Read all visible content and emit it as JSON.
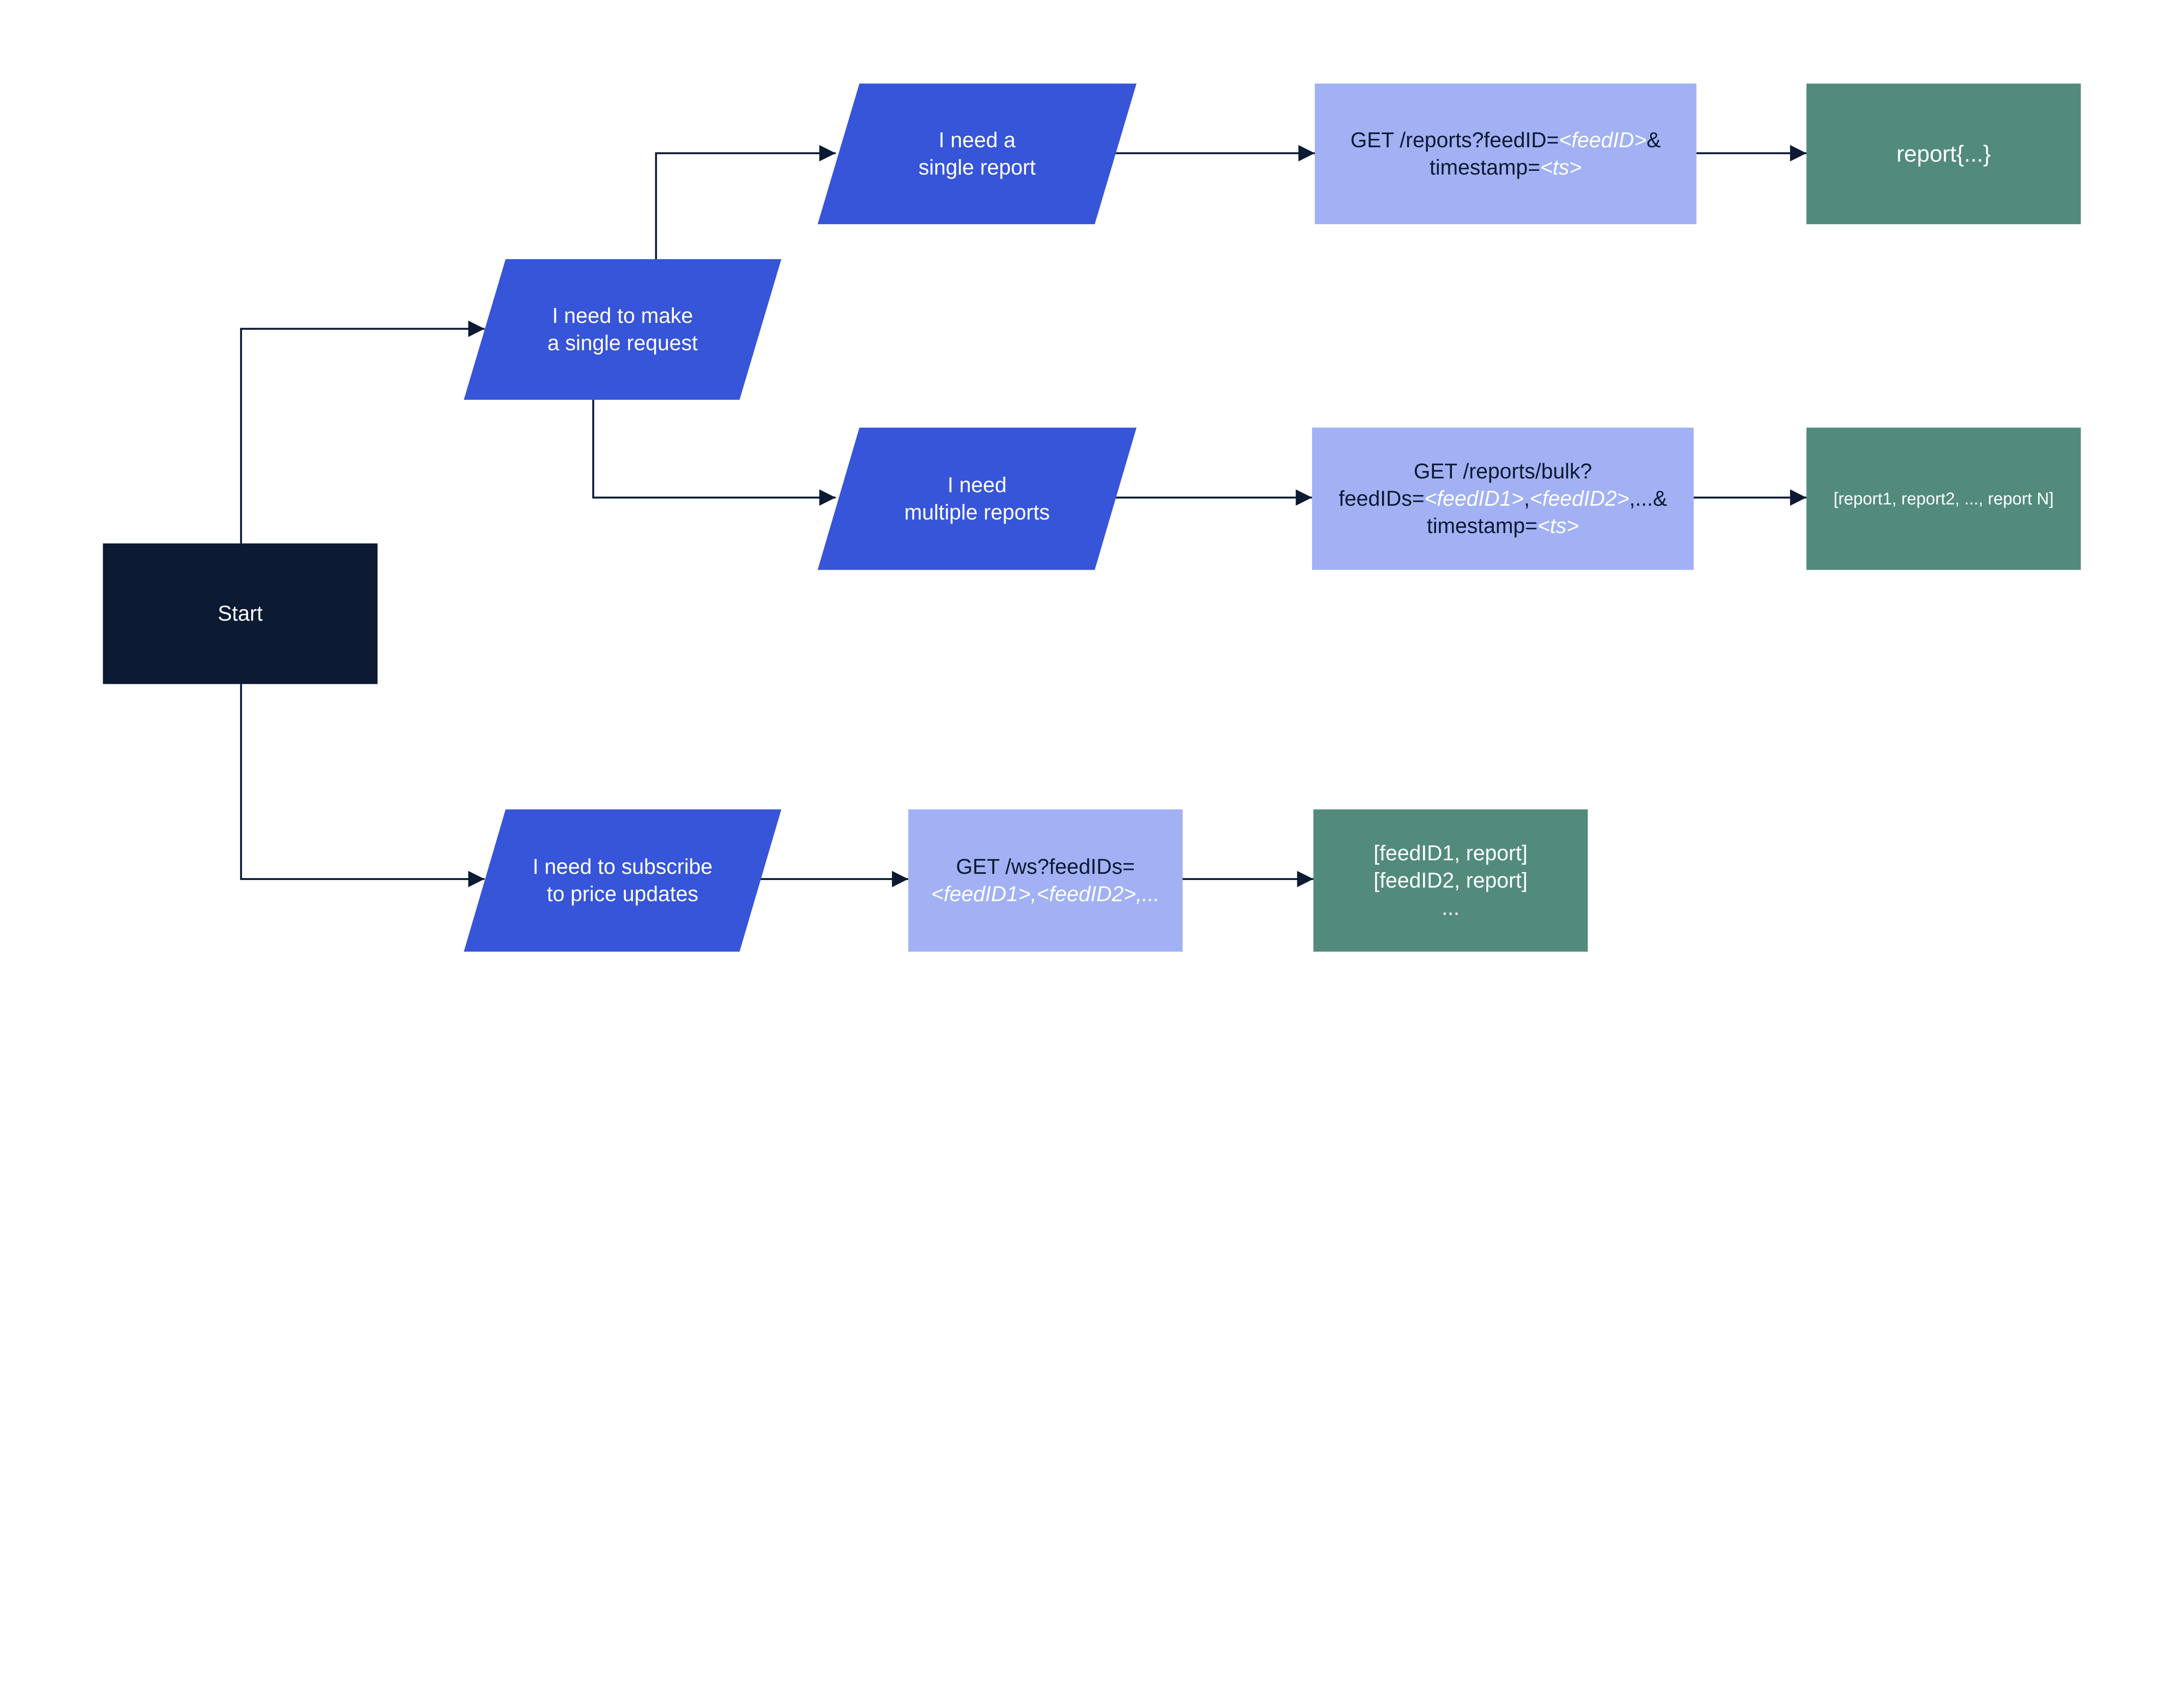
{
  "colors": {
    "start": "#0c1a33",
    "decision": "#3755d8",
    "request": "#a1b1f3",
    "result": "#528b7c",
    "edge": "#0c1a33",
    "dark_text": "#0c1a33",
    "light_text": "#ffffff"
  },
  "nodes": {
    "start": {
      "shape": "rect",
      "lines": [
        [
          {
            "text": "Start"
          }
        ]
      ]
    },
    "single_request": {
      "shape": "parallelogram",
      "lines": [
        [
          {
            "text": "I need to make"
          }
        ],
        [
          {
            "text": "a single request"
          }
        ]
      ]
    },
    "single_report": {
      "shape": "parallelogram",
      "lines": [
        [
          {
            "text": "I need a"
          }
        ],
        [
          {
            "text": "single report"
          }
        ]
      ]
    },
    "multiple_reports": {
      "shape": "parallelogram",
      "lines": [
        [
          {
            "text": "I need"
          }
        ],
        [
          {
            "text": "multiple reports"
          }
        ]
      ]
    },
    "subscribe": {
      "shape": "parallelogram",
      "lines": [
        [
          {
            "text": "I need to subscribe"
          }
        ],
        [
          {
            "text": "to price updates"
          }
        ]
      ]
    },
    "get_single": {
      "shape": "rect",
      "lines": [
        [
          {
            "text": "GET /reports?feedID="
          },
          {
            "text": "<feedID>",
            "italic": true
          },
          {
            "text": "&"
          }
        ],
        [
          {
            "text": "timestamp="
          },
          {
            "text": "<ts>",
            "italic": true
          }
        ]
      ]
    },
    "get_bulk": {
      "shape": "rect",
      "lines": [
        [
          {
            "text": "GET /reports/bulk?"
          }
        ],
        [
          {
            "text": "feedIDs="
          },
          {
            "text": "<feedID1>",
            "italic": true
          },
          {
            "text": ","
          },
          {
            "text": "<feedID2>",
            "italic": true
          },
          {
            "text": ",...&"
          }
        ],
        [
          {
            "text": "timestamp="
          },
          {
            "text": "<ts>",
            "italic": true
          }
        ]
      ]
    },
    "get_ws": {
      "shape": "rect",
      "lines": [
        [
          {
            "text": "GET /ws?feedIDs="
          }
        ],
        [
          {
            "text": "<feedID1>",
            "italic": true
          },
          {
            "text": ",",
            "italic": true
          },
          {
            "text": "<feedID2>",
            "italic": true
          },
          {
            "text": ",...",
            "italic": true
          }
        ]
      ]
    },
    "result_single": {
      "shape": "rect",
      "lines": [
        [
          {
            "text": "report{...}"
          }
        ]
      ]
    },
    "result_bulk": {
      "shape": "rect",
      "lines": [
        [
          {
            "text": "[report1, report2, ..., report N]"
          }
        ]
      ]
    },
    "result_ws": {
      "shape": "rect",
      "lines": [
        [
          {
            "text": "[feedID1, report]"
          }
        ],
        [
          {
            "text": "[feedID2, report]"
          }
        ],
        [
          {
            "text": "..."
          }
        ]
      ]
    }
  },
  "edges": [
    {
      "from": "start",
      "to": "single_request"
    },
    {
      "from": "start",
      "to": "subscribe"
    },
    {
      "from": "single_request",
      "to": "single_report"
    },
    {
      "from": "single_request",
      "to": "multiple_reports"
    },
    {
      "from": "single_report",
      "to": "get_single"
    },
    {
      "from": "get_single",
      "to": "result_single"
    },
    {
      "from": "multiple_reports",
      "to": "get_bulk"
    },
    {
      "from": "get_bulk",
      "to": "result_bulk"
    },
    {
      "from": "subscribe",
      "to": "get_ws"
    },
    {
      "from": "get_ws",
      "to": "result_ws"
    }
  ]
}
